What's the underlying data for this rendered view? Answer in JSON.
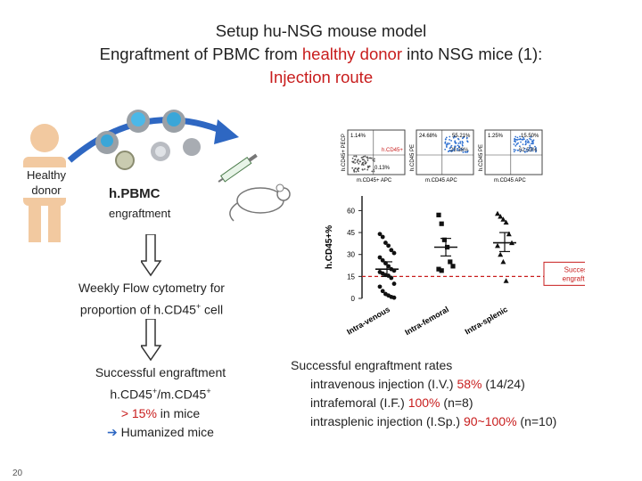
{
  "header": {
    "line1": "Setup hu-NSG mouse model",
    "line2_a": "Engraftment of PBMC from ",
    "line2_red": "healthy donor",
    "line2_b": " into NSG mice (1):",
    "line3": "Injection route"
  },
  "flow": {
    "donor_label_1": "Healthy",
    "donor_label_2": "donor",
    "pbmc_label_1": "h.PBMC",
    "pbmc_label_2": "engraftment",
    "step2_line1": "Weekly Flow cytometry for",
    "step2_line2": "proportion of h.CD45",
    "step2_sup": "+",
    "step2_line2_end": " cell",
    "step3_line1": "Successful engraftment",
    "step3_line2_a": "h.CD45",
    "step3_sup1": "+",
    "step3_line2_b": "/m.CD45",
    "step3_sup2": "+",
    "step3_line3_red": "> 15%",
    "step3_line3_end": " in mice",
    "step3_line4_arrow": "➔",
    "step3_line4": " Humanized mice"
  },
  "flow_panels": [
    {
      "q1": "1.14%",
      "q2": "",
      "tag": "h.CD45+",
      "low": "0.13%",
      "ylab": "h.CD45+ PECP",
      "xlab": "m.CD45+ APC"
    },
    {
      "q1": "24.68%",
      "q2": "55.21%",
      "tag": "25.38%",
      "low": "",
      "ylab": "h.CD45 PE",
      "xlab": "m.CD45 APC"
    },
    {
      "q1": "1.25%",
      "q2": "15.50%",
      "tag": "62.53%",
      "low": "",
      "ylab": "h.CD45 PE",
      "xlab": "m.CD45 APC"
    }
  ],
  "chart_data": {
    "type": "scatter",
    "title": "",
    "ylabel": "h.CD45+%",
    "xlabel": "",
    "ylim": [
      0,
      70
    ],
    "yticks": [
      0,
      15,
      30,
      45,
      60
    ],
    "categories": [
      "Intra-venous",
      "Intra-femoral",
      "Intra-splenic"
    ],
    "series": [
      {
        "category": "Intra-venous",
        "marker": "circle",
        "values": [
          44,
          42,
          38,
          36,
          33,
          31,
          28,
          26,
          24,
          22,
          20,
          19,
          18,
          17,
          16,
          15.5,
          14,
          10,
          8,
          5,
          3,
          2,
          1,
          0.5
        ],
        "mean": 20,
        "sd_low": 15,
        "sd_high": 25
      },
      {
        "category": "Intra-femoral",
        "marker": "square",
        "values": [
          57,
          51,
          40,
          35,
          25,
          22,
          20,
          19
        ],
        "mean": 35,
        "sd_low": 29,
        "sd_high": 41
      },
      {
        "category": "Intra-splenic",
        "marker": "triangle",
        "values": [
          58,
          56,
          54,
          52,
          44,
          38,
          36,
          30,
          25,
          12
        ],
        "mean": 38,
        "sd_low": 32,
        "sd_high": 45
      }
    ],
    "threshold": 15,
    "annotation": "Successful engraftment",
    "annotation_line1": "Successful",
    "annotation_line2": "engraftment"
  },
  "results": {
    "heading": "Successful engraftment rates",
    "row1_a": "intravenous injection (I.V.) ",
    "row1_red": "58%",
    "row1_b": " (14/24)",
    "row2_a": "intrafemoral (I.F.) ",
    "row2_red": "100%",
    "row2_b": " (n=8)",
    "row3_a": "intrasplenic injection (I.Sp.) ",
    "row3_red": "90~100%",
    "row3_b": " (n=10)"
  },
  "footer": {
    "page_number": "20"
  },
  "colors": {
    "accent_red": "#c81d1d",
    "cell_blue": "#3aa6d8",
    "donor_skin": "#f2c9a0"
  }
}
